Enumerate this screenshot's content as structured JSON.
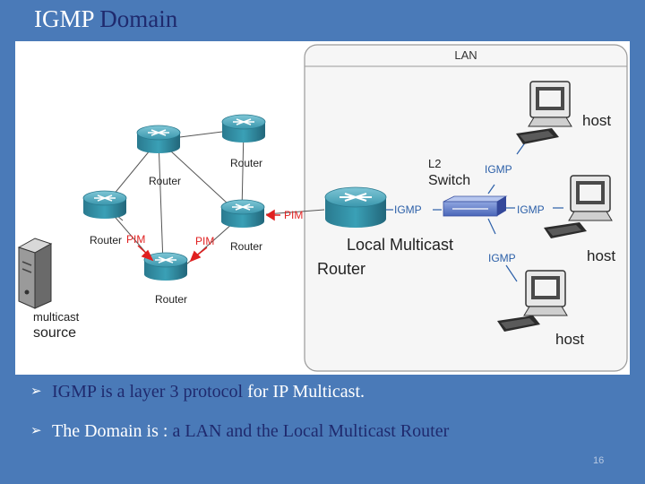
{
  "title": {
    "part1": "IGMP",
    "part2": "Domain"
  },
  "diagram": {
    "lan_label": "LAN",
    "router_label": "Router",
    "pim_label": "PIM",
    "igmp_label": "IGMP",
    "switch_label_1": "L2",
    "switch_label_2": "Switch",
    "local_router_1": "Local Multicast",
    "local_router_2": "Router",
    "source_1": "multicast",
    "source_2": "source",
    "host_label": "host",
    "colors": {
      "pim": "#e02020",
      "igmp": "#2b5fa8",
      "router": "#2e8ba0",
      "switch": "#4a66b8"
    }
  },
  "bullets": [
    {
      "a": "IGMP is a layer 3 protocol",
      "b": " for IP Multicast."
    },
    {
      "a": "The Domain is : ",
      "b": "a LAN and the Local Multicast Router"
    }
  ],
  "page_number": "16"
}
